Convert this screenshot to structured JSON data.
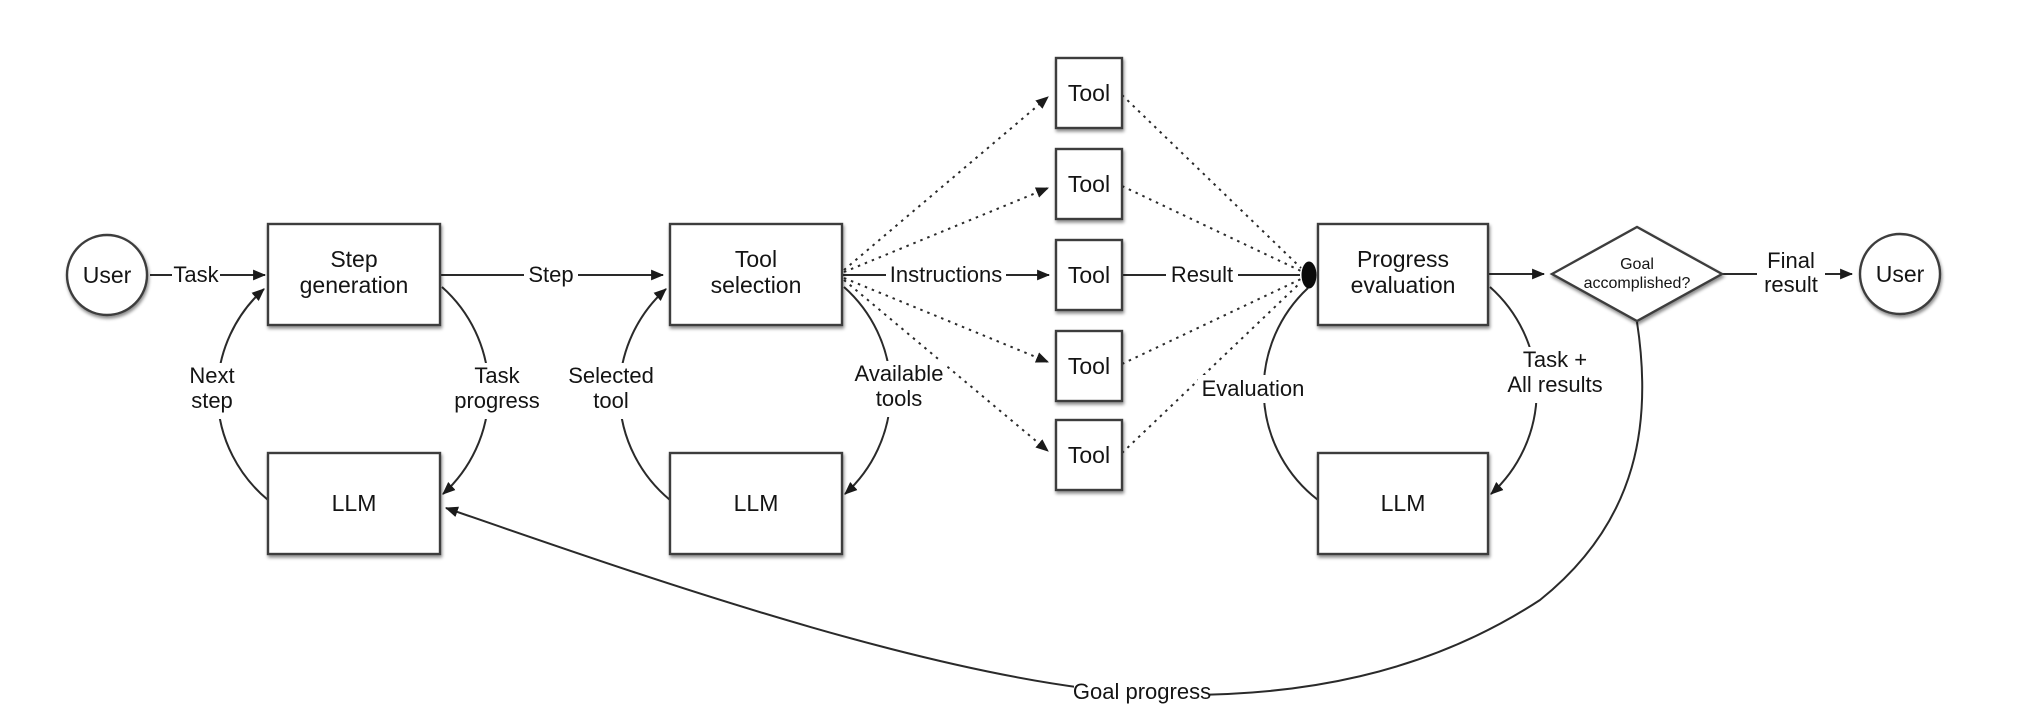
{
  "diagram": {
    "title": "LLM agent loop diagram",
    "nodes": {
      "user_left": {
        "label": "User"
      },
      "step_generation": {
        "lines": [
          "Step",
          "generation"
        ]
      },
      "llm_step": {
        "label": "LLM"
      },
      "tool_selection": {
        "lines": [
          "Tool",
          "selection"
        ]
      },
      "llm_tool": {
        "label": "LLM"
      },
      "tools": [
        {
          "label": "Tool"
        },
        {
          "label": "Tool"
        },
        {
          "label": "Tool"
        },
        {
          "label": "Tool"
        },
        {
          "label": "Tool"
        }
      ],
      "progress_evaluation": {
        "lines": [
          "Progress",
          "evaluation"
        ]
      },
      "llm_eval": {
        "label": "LLM"
      },
      "goal_decision": {
        "lines": [
          "Goal",
          "accomplished?"
        ]
      },
      "user_right": {
        "label": "User"
      }
    },
    "edges": {
      "task": {
        "label": "Task"
      },
      "step": {
        "label": "Step"
      },
      "instructions": {
        "label": "Instructions"
      },
      "result": {
        "label": "Result"
      },
      "final_result": {
        "lines": [
          "Final",
          "result"
        ]
      },
      "next_step": {
        "lines": [
          "Next",
          "step"
        ]
      },
      "task_progress": {
        "lines": [
          "Task",
          "progress"
        ]
      },
      "selected_tool": {
        "lines": [
          "Selected",
          "tool"
        ]
      },
      "available_tools": {
        "lines": [
          "Available",
          "tools"
        ]
      },
      "evaluation": {
        "label": "Evaluation"
      },
      "task_all_results": {
        "lines": [
          "Task +",
          "All results"
        ]
      },
      "goal_progress": {
        "label": "Goal progress"
      }
    },
    "colors": {
      "background": "#ffffff",
      "line": "#2a2a2a",
      "box_border": "#3d3d3d",
      "box_fill": "#ffffff",
      "text": "#141414"
    }
  }
}
